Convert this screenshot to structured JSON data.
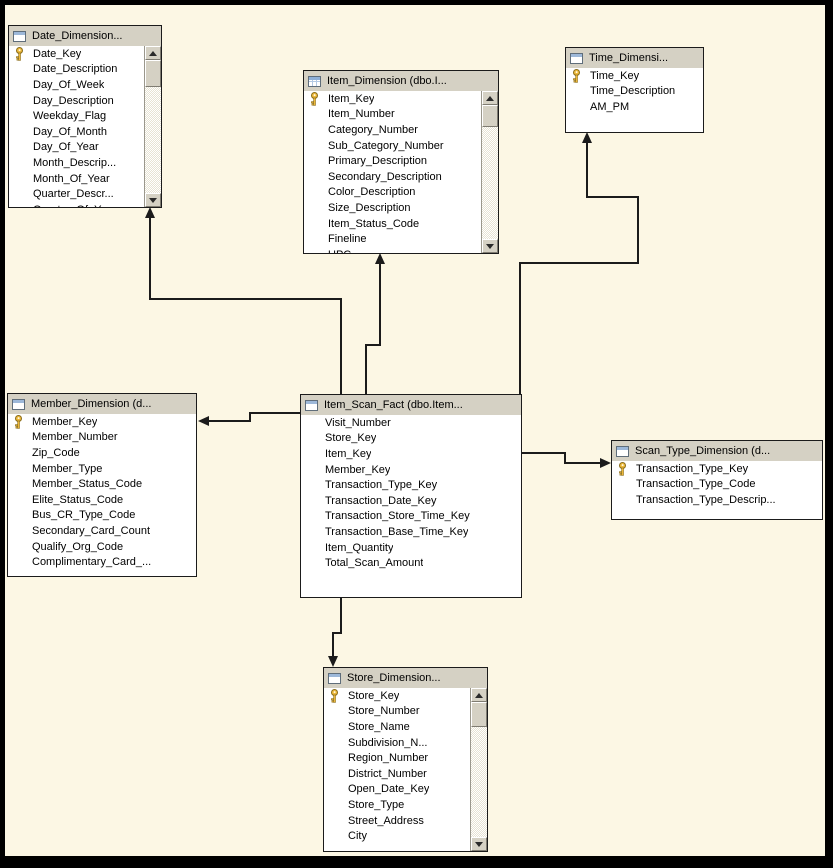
{
  "diagram": {
    "background_color": "#FCF7E4",
    "table_header_color": "#D5D1C4",
    "connector_color": "#1b1b1b",
    "primary_key_color": "#EDB839",
    "tables": {
      "date_dimension": {
        "title": "Date_Dimension...",
        "icon": "window-icon",
        "has_scrollbar": true,
        "columns": [
          {
            "name": "Date_Key",
            "key": true
          },
          {
            "name": "Date_Description"
          },
          {
            "name": "Day_Of_Week"
          },
          {
            "name": "Day_Description"
          },
          {
            "name": "Weekday_Flag"
          },
          {
            "name": "Day_Of_Month"
          },
          {
            "name": "Day_Of_Year"
          },
          {
            "name": "Month_Descrip..."
          },
          {
            "name": "Month_Of_Year"
          },
          {
            "name": "Quarter_Descr..."
          },
          {
            "name": "Quarter_Of_Year",
            "partial": true
          }
        ]
      },
      "item_dimension": {
        "title": "Item_Dimension (dbo.I...",
        "icon": "grid-icon",
        "has_scrollbar": true,
        "columns": [
          {
            "name": "Item_Key",
            "key": true
          },
          {
            "name": "Item_Number"
          },
          {
            "name": "Category_Number"
          },
          {
            "name": "Sub_Category_Number"
          },
          {
            "name": "Primary_Description"
          },
          {
            "name": "Secondary_Description"
          },
          {
            "name": "Color_Description"
          },
          {
            "name": "Size_Description"
          },
          {
            "name": "Item_Status_Code"
          },
          {
            "name": "Fineline"
          },
          {
            "name": "UPC",
            "partial": true
          }
        ]
      },
      "time_dimension": {
        "title": "Time_Dimensi...",
        "icon": "window-icon",
        "has_scrollbar": false,
        "columns": [
          {
            "name": "Time_Key",
            "key": true
          },
          {
            "name": "Time_Description"
          },
          {
            "name": "AM_PM"
          }
        ]
      },
      "member_dimension": {
        "title": "Member_Dimension (d...",
        "icon": "window-icon",
        "has_scrollbar": false,
        "columns": [
          {
            "name": "Member_Key",
            "key": true
          },
          {
            "name": "Member_Number"
          },
          {
            "name": "Zip_Code"
          },
          {
            "name": "Member_Type"
          },
          {
            "name": "Member_Status_Code"
          },
          {
            "name": "Elite_Status_Code"
          },
          {
            "name": "Bus_CR_Type_Code"
          },
          {
            "name": "Secondary_Card_Count"
          },
          {
            "name": "Qualify_Org_Code"
          },
          {
            "name": "Complimentary_Card_..."
          }
        ]
      },
      "item_scan_fact": {
        "title": "Item_Scan_Fact (dbo.Item...",
        "icon": "window-icon",
        "has_scrollbar": false,
        "columns": [
          {
            "name": "Visit_Number"
          },
          {
            "name": "Store_Key"
          },
          {
            "name": "Item_Key"
          },
          {
            "name": "Member_Key"
          },
          {
            "name": "Transaction_Type_Key"
          },
          {
            "name": "Transaction_Date_Key"
          },
          {
            "name": "Transaction_Store_Time_Key"
          },
          {
            "name": "Transaction_Base_Time_Key"
          },
          {
            "name": "Item_Quantity"
          },
          {
            "name": "Total_Scan_Amount"
          }
        ]
      },
      "scan_type_dimension": {
        "title": "Scan_Type_Dimension (d...",
        "icon": "window-icon",
        "has_scrollbar": false,
        "columns": [
          {
            "name": "Transaction_Type_Key",
            "key": true
          },
          {
            "name": "Transaction_Type_Code"
          },
          {
            "name": "Transaction_Type_Descrip..."
          }
        ]
      },
      "store_dimension": {
        "title": "Store_Dimension...",
        "icon": "window-icon",
        "has_scrollbar": true,
        "columns": [
          {
            "name": "Store_Key",
            "key": true
          },
          {
            "name": "Store_Number"
          },
          {
            "name": "Store_Name"
          },
          {
            "name": "Subdivision_N..."
          },
          {
            "name": "Region_Number"
          },
          {
            "name": "District_Number"
          },
          {
            "name": "Open_Date_Key"
          },
          {
            "name": "Store_Type"
          },
          {
            "name": "Street_Address"
          },
          {
            "name": "City"
          }
        ]
      }
    },
    "relationships": [
      {
        "from": "Item_Scan_Fact",
        "to": "Date_Dimension"
      },
      {
        "from": "Item_Scan_Fact",
        "to": "Item_Dimension"
      },
      {
        "from": "Item_Scan_Fact",
        "to": "Time_Dimension"
      },
      {
        "from": "Item_Scan_Fact",
        "to": "Member_Dimension"
      },
      {
        "from": "Item_Scan_Fact",
        "to": "Scan_Type_Dimension"
      },
      {
        "from": "Item_Scan_Fact",
        "to": "Store_Dimension"
      }
    ]
  }
}
